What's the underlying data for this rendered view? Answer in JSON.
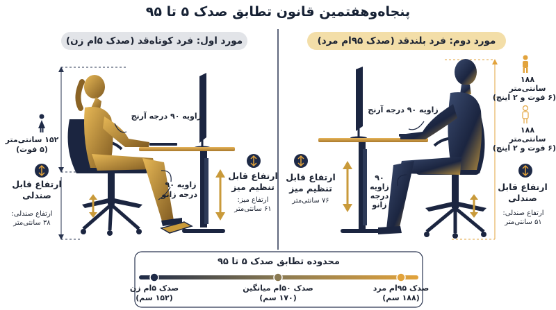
{
  "title": "پنجاه‌وهفتمین قانون تطابق صدک ۵ تا ۹۵",
  "case_short": {
    "label": "مورد اول: فرد کوتاه‌قد (صدک ۵ام زن)",
    "height_cm": "۱۵۲ سانتی‌متر",
    "height_ft": "(۵ فوت)",
    "elbow_angle": "زاویه ۹۰ درجه آرنج",
    "knee_angle_line1": "زاویه ۹۰",
    "knee_angle_line2": "درجه زانو",
    "chair_title_line1": "ارتفاع قابل",
    "chair_title_line2": "صندلی",
    "chair_value_line1": "ارتفاع صندلی:",
    "chair_value_line2": "۳۸ سانتی‌متر",
    "desk_title_line1": "ارتفاع قابل",
    "desk_title_line2": "تنظیم میز",
    "desk_value_line1": "ارتفاع میز:",
    "desk_value_line2": "۶۱ سانتی‌متر"
  },
  "case_tall": {
    "label": "مورد دوم: فرد بلندقد (صدک ۹۵ام مرد)",
    "height1_cm": "۱۸۸",
    "height1_unit": "سانتی‌متر",
    "height1_ft": "(۶ فوت و ۲ اینچ)",
    "height2_cm": "۱۸۸",
    "height2_unit": "سانتی‌متر",
    "height2_ft": "(۶ فوت و ۲ اینچ)",
    "elbow_angle": "زاویه ۹۰ درجه آرنج",
    "knee_line1": "۹۰",
    "knee_line2": "زاویه",
    "knee_line3": "درجه",
    "knee_line4": "زانو",
    "desk_title_line1": "ارتفاع قابل",
    "desk_title_line2": "تنظیم میز",
    "desk_value": "۷۶ سانتی‌متر",
    "chair_title_line1": "ارتفاع قابل",
    "chair_title_line2": "صندلی",
    "chair_value_line1": "ارتفاع صندلی:",
    "chair_value_line2": "۵۱ سانتی‌متر"
  },
  "range": {
    "title": "محدوده تطابق صدک ۵ تا ۹۵",
    "points": [
      {
        "label": "صدک ۵ام زن",
        "value": "(۱۵۲ سم)",
        "color": "#1e2a47"
      },
      {
        "label": "صدک ۵۰ام میانگین",
        "value": "(۱۷۰ سم)",
        "color": "#8a7a52"
      },
      {
        "label": "صدک ۹۵ام مرد",
        "value": "(۱۸۸ سم)",
        "color": "#e2a33c"
      }
    ]
  },
  "colors": {
    "accent": "#e2a33c",
    "navy": "#1e2a47",
    "woman": "#c99a3a",
    "man": "#1b2540"
  }
}
